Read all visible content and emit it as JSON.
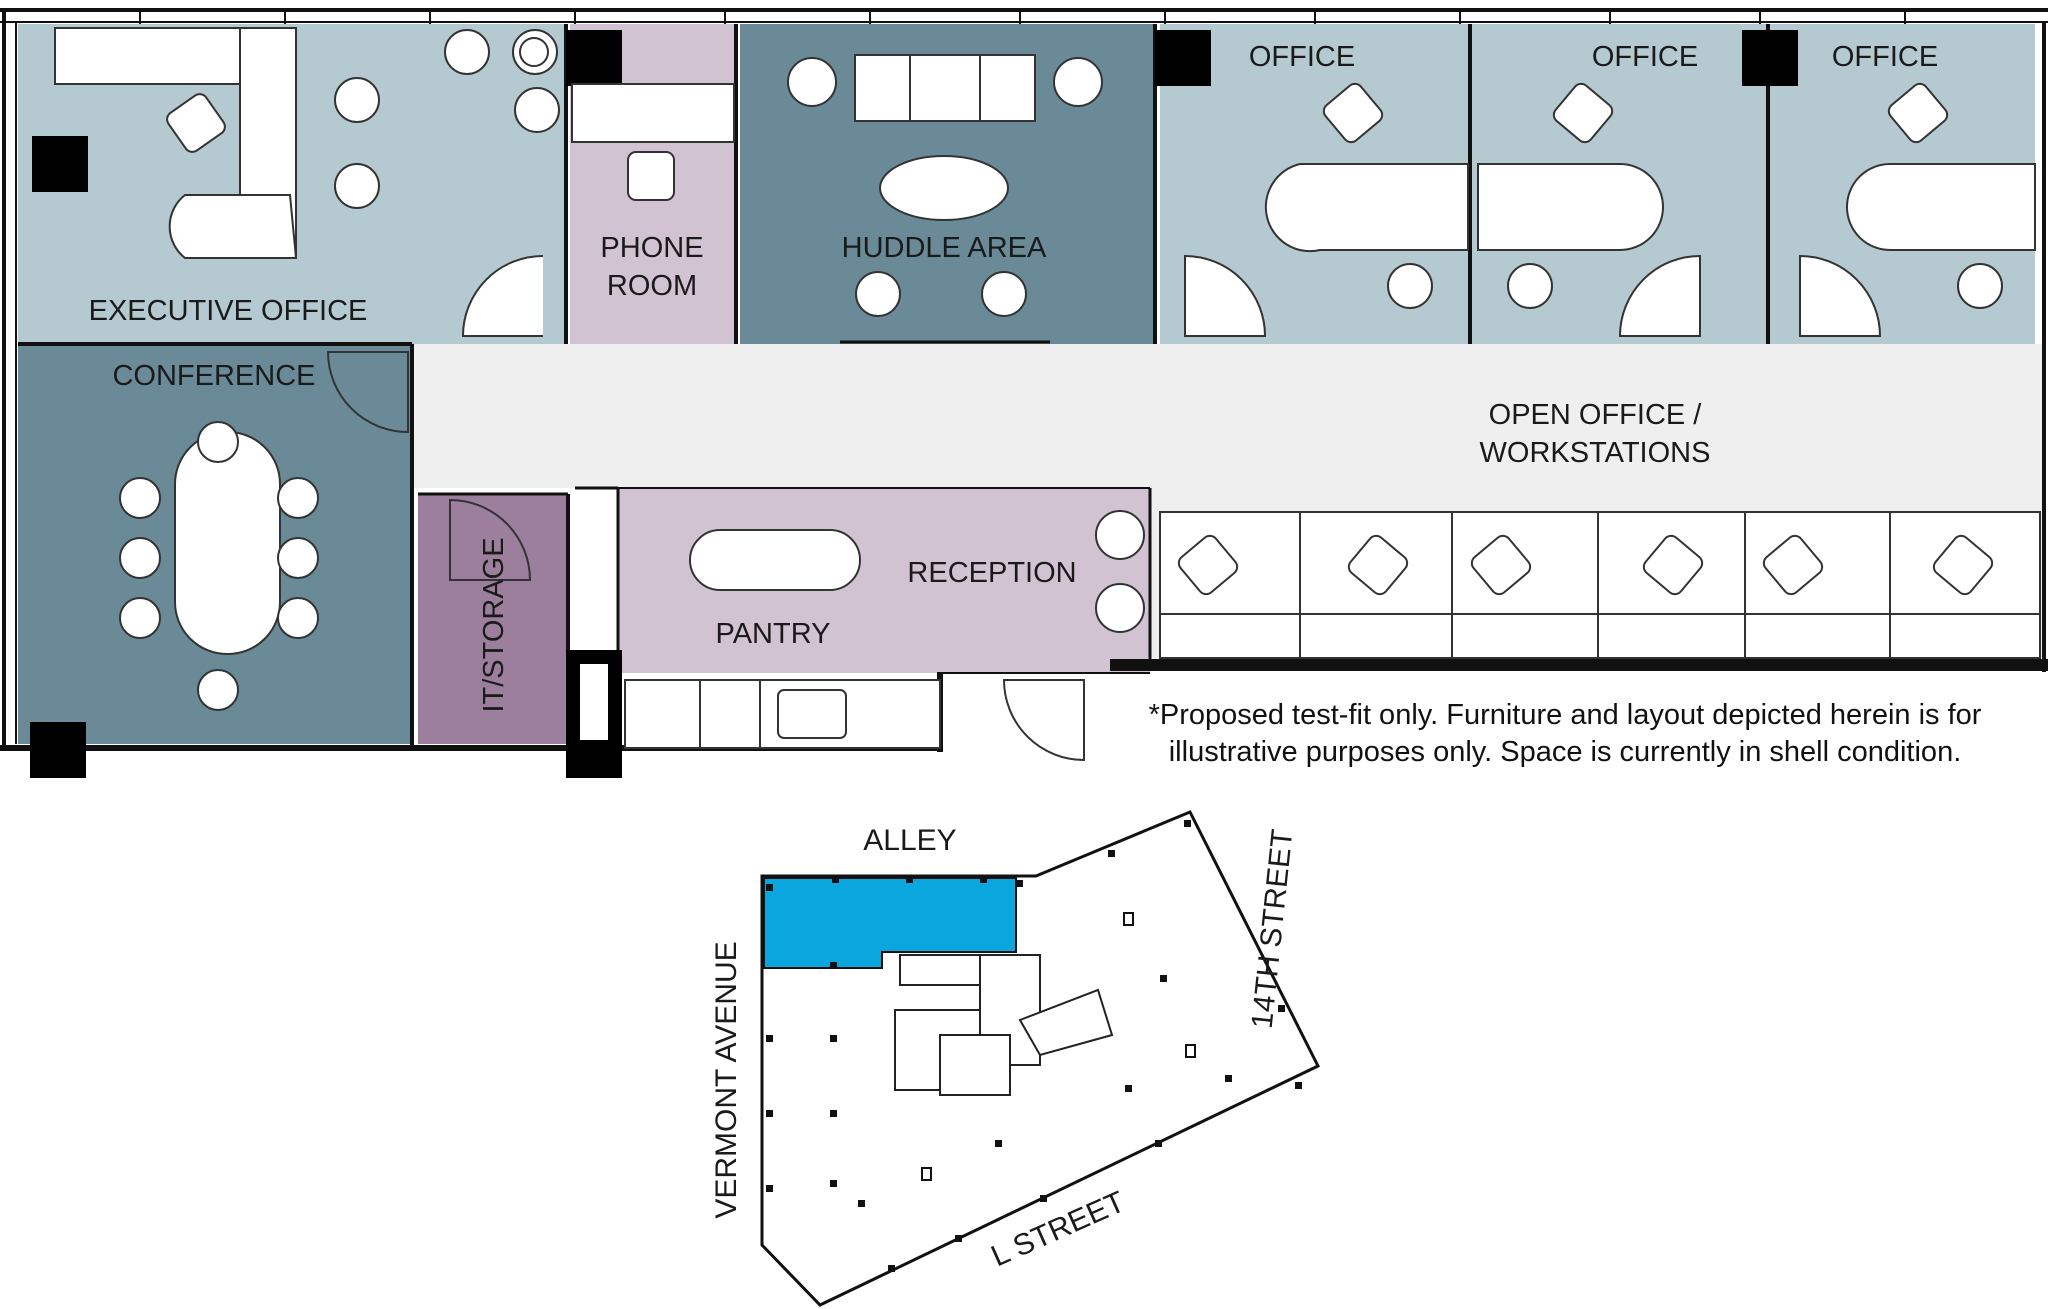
{
  "rooms": {
    "executive_office": "EXECUTIVE OFFICE",
    "phone_room_line1": "PHONE",
    "phone_room_line2": "ROOM",
    "huddle_area": "HUDDLE AREA",
    "office_1": "OFFICE",
    "office_2": "OFFICE",
    "office_3": "OFFICE",
    "conference": "CONFERENCE",
    "open_office_line1": "OPEN OFFICE /",
    "open_office_line2": "WORKSTATIONS",
    "it_storage": "IT/STORAGE",
    "pantry": "PANTRY",
    "reception": "RECEPTION"
  },
  "note": {
    "line1": "*Proposed test-fit only. Furniture and layout depicted herein is for",
    "line2": "illustrative purposes only.  Space is currently in shell condition."
  },
  "keyplan": {
    "alley": "ALLEY",
    "vermont_avenue": "VERMONT AVENUE",
    "l_street": "L STREET",
    "fourteenth_street": "14TH STREET"
  },
  "colors": {
    "light_blue_room": "#b4c9d0",
    "dark_blue_room": "#6a8a98",
    "lavender_room": "#d1c3d1",
    "purple_room": "#9b7f9d",
    "corridor": "#efefef",
    "highlight_suite": "#0aa6de",
    "wall": "#111111"
  }
}
